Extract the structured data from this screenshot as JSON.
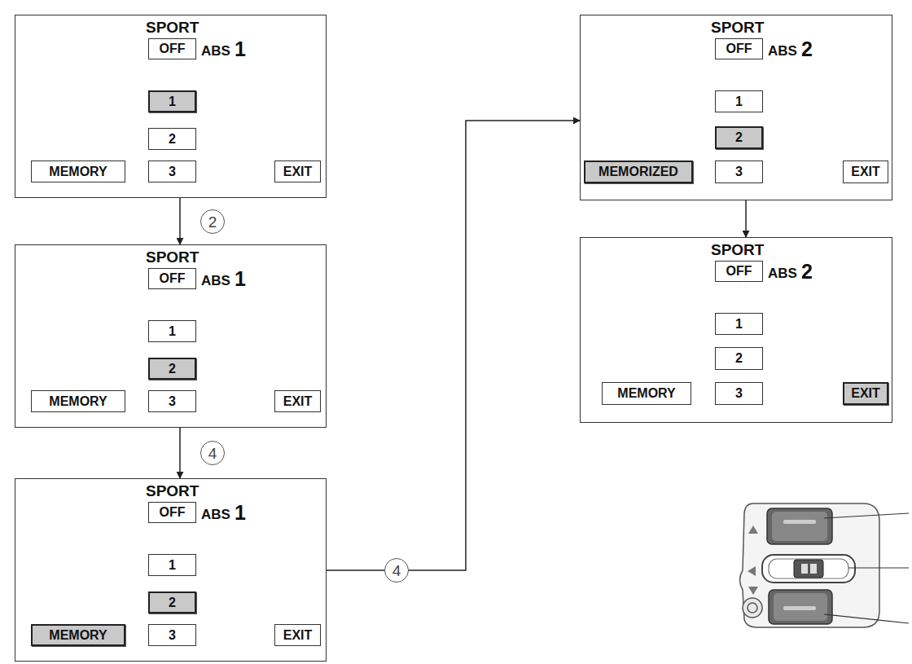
{
  "diagram": {
    "nodes": [
      {
        "text": [
          "SPORT",
          "ABS",
          "1"
        ]
      },
      {
        "text": [
          "OFF"
        ],
        "in": 0
      },
      {
        "text": [
          "1"
        ],
        "in": 0
      },
      {
        "text": [
          "2"
        ],
        "in": 0
      },
      {
        "text": [
          "MEMORY"
        ],
        "in": 0
      },
      {
        "text": [
          "3"
        ],
        "in": 0
      },
      {
        "text": [
          "EXIT"
        ],
        "in": 0
      },
      {
        "text": [
          "SPORT",
          "ABS",
          "1"
        ]
      },
      {
        "text": [
          "OFF"
        ],
        "in": 7
      },
      {
        "text": [
          "1"
        ],
        "in": 7
      },
      {
        "text": [
          "2"
        ],
        "in": 7
      },
      {
        "text": [
          "MEMORY"
        ],
        "in": 7
      },
      {
        "text": [
          "3"
        ],
        "in": 7
      },
      {
        "text": [
          "EXIT"
        ],
        "in": 7
      },
      {
        "text": [
          "SPORT",
          "ABS",
          "1"
        ]
      },
      {
        "text": [
          "OFF"
        ],
        "in": 14
      },
      {
        "text": [
          "1"
        ],
        "in": 14
      },
      {
        "text": [
          "2"
        ],
        "in": 14
      },
      {
        "text": [
          "MEMORY"
        ],
        "in": 14
      },
      {
        "text": [
          "3"
        ],
        "in": 14
      },
      {
        "text": [
          "EXIT"
        ],
        "in": 14
      },
      {
        "text": [
          "SPORT",
          "ABS",
          "2"
        ]
      },
      {
        "text": [
          "OFF"
        ],
        "in": 21
      },
      {
        "text": [
          "1"
        ],
        "in": 21
      },
      {
        "text": [
          "2"
        ],
        "in": 21
      },
      {
        "text": [
          "MEMORIZED"
        ],
        "in": 21
      },
      {
        "text": [
          "3"
        ],
        "in": 21
      },
      {
        "text": [
          "EXIT"
        ],
        "in": 21
      },
      {
        "text": [
          "SPORT",
          "ABS",
          "2"
        ]
      },
      {
        "text": [
          "OFF"
        ],
        "in": 28
      },
      {
        "text": [
          "1"
        ],
        "in": 28
      },
      {
        "text": [
          "2"
        ],
        "in": 28
      },
      {
        "text": [
          "MEMORY"
        ],
        "in": 28
      },
      {
        "text": [
          "3"
        ],
        "in": 28
      },
      {
        "text": [
          "EXIT"
        ],
        "in": 28
      }
    ],
    "edges": [
      {
        "from": 0,
        "to": 7,
        "arrow": "to",
        "label": "2"
      },
      {
        "from": 7,
        "to": 14,
        "arrow": "to",
        "label": "4"
      },
      {
        "from": 14,
        "to": 21,
        "arrow": "to",
        "label": "4"
      },
      {
        "from": 21,
        "to": 28,
        "arrow": "to"
      }
    ]
  }
}
